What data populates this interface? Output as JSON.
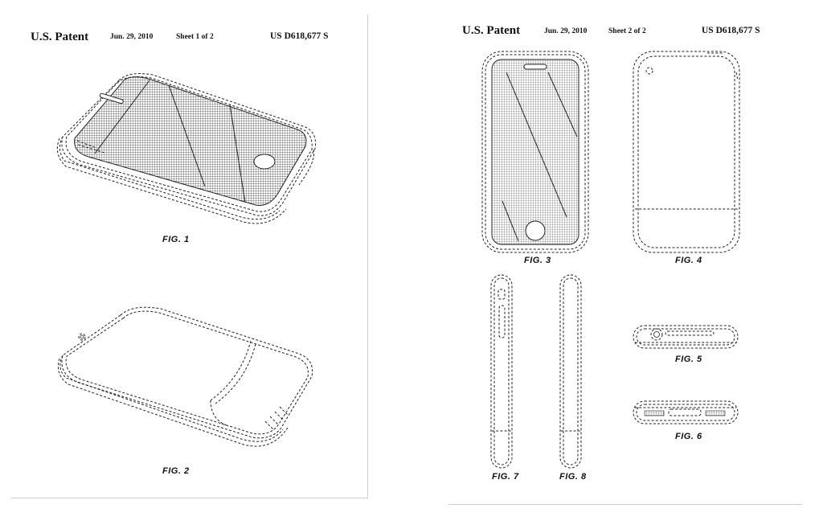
{
  "sheet1": {
    "header": {
      "office": "U.S. Patent",
      "date": "Jun. 29, 2010",
      "sheet": "Sheet 1 of 2",
      "patent_number": "US D618,677 S"
    },
    "figures": [
      "FIG. 1",
      "FIG. 2"
    ]
  },
  "sheet2": {
    "header": {
      "office": "U.S. Patent",
      "date": "Jun. 29, 2010",
      "sheet": "Sheet 2 of 2",
      "patent_number": "US D618,677 S"
    },
    "figures": [
      "FIG. 3",
      "FIG. 4",
      "FIG. 5",
      "FIG. 6",
      "FIG. 7",
      "FIG. 8"
    ]
  }
}
